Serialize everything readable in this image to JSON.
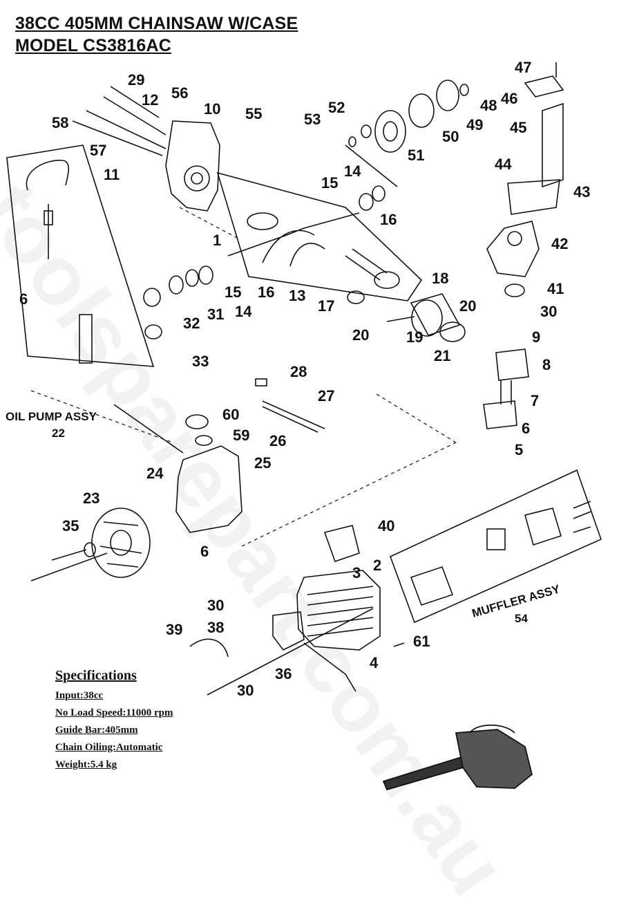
{
  "title": {
    "line1": "38CC 405MM CHAINSAW W/CASE",
    "line2": "MODEL CS3816AC"
  },
  "watermark": "toolsparepart.com.au",
  "assemblies": {
    "oil_pump": {
      "label": "OIL PUMP ASSY",
      "number": "22"
    },
    "muffler": {
      "label": "MUFFLER ASSY",
      "number": "54"
    }
  },
  "part_labels": [
    {
      "id": "p29",
      "text": "29"
    },
    {
      "id": "p12",
      "text": "12"
    },
    {
      "id": "p56",
      "text": "56"
    },
    {
      "id": "p10",
      "text": "10"
    },
    {
      "id": "p55",
      "text": "55"
    },
    {
      "id": "p58",
      "text": "58"
    },
    {
      "id": "p57",
      "text": "57"
    },
    {
      "id": "p11",
      "text": "11"
    },
    {
      "id": "p53",
      "text": "53"
    },
    {
      "id": "p52",
      "text": "52"
    },
    {
      "id": "p51",
      "text": "51"
    },
    {
      "id": "p50",
      "text": "50"
    },
    {
      "id": "p49",
      "text": "49"
    },
    {
      "id": "p48",
      "text": "48"
    },
    {
      "id": "p47",
      "text": "47"
    },
    {
      "id": "p46",
      "text": "46"
    },
    {
      "id": "p45",
      "text": "45"
    },
    {
      "id": "p44",
      "text": "44"
    },
    {
      "id": "p43",
      "text": "43"
    },
    {
      "id": "p42",
      "text": "42"
    },
    {
      "id": "p41",
      "text": "41"
    },
    {
      "id": "p30a",
      "text": "30"
    },
    {
      "id": "p9",
      "text": "9"
    },
    {
      "id": "p8",
      "text": "8"
    },
    {
      "id": "p7",
      "text": "7"
    },
    {
      "id": "p6c",
      "text": "6"
    },
    {
      "id": "p5",
      "text": "5"
    },
    {
      "id": "p15a",
      "text": "15"
    },
    {
      "id": "p14a",
      "text": "14"
    },
    {
      "id": "p16a",
      "text": "16"
    },
    {
      "id": "p1",
      "text": "1"
    },
    {
      "id": "p15b",
      "text": "15"
    },
    {
      "id": "p16b",
      "text": "16"
    },
    {
      "id": "p13",
      "text": "13"
    },
    {
      "id": "p14b",
      "text": "14"
    },
    {
      "id": "p31",
      "text": "31"
    },
    {
      "id": "p32",
      "text": "32"
    },
    {
      "id": "p33",
      "text": "33"
    },
    {
      "id": "p6a",
      "text": "6"
    },
    {
      "id": "p17",
      "text": "17"
    },
    {
      "id": "p18",
      "text": "18"
    },
    {
      "id": "p20a",
      "text": "20"
    },
    {
      "id": "p20b",
      "text": "20"
    },
    {
      "id": "p19",
      "text": "19"
    },
    {
      "id": "p21",
      "text": "21"
    },
    {
      "id": "p28",
      "text": "28"
    },
    {
      "id": "p27",
      "text": "27"
    },
    {
      "id": "p26",
      "text": "26"
    },
    {
      "id": "p60",
      "text": "60"
    },
    {
      "id": "p59",
      "text": "59"
    },
    {
      "id": "p25",
      "text": "25"
    },
    {
      "id": "p24",
      "text": "24"
    },
    {
      "id": "p23",
      "text": "23"
    },
    {
      "id": "p35",
      "text": "35"
    },
    {
      "id": "p6b",
      "text": "6"
    },
    {
      "id": "p40",
      "text": "40"
    },
    {
      "id": "p3",
      "text": "3"
    },
    {
      "id": "p2",
      "text": "2"
    },
    {
      "id": "p30b",
      "text": "30"
    },
    {
      "id": "p39",
      "text": "39"
    },
    {
      "id": "p38",
      "text": "38"
    },
    {
      "id": "p36",
      "text": "36"
    },
    {
      "id": "p30c",
      "text": "30"
    },
    {
      "id": "p4",
      "text": "4"
    },
    {
      "id": "p61",
      "text": "61"
    }
  ],
  "specifications": {
    "heading": "Specifications",
    "rows": [
      "Input:38cc",
      "No Load Speed:11000 rpm",
      "Guide Bar:405mm",
      "Chain Oiling:Automatic",
      "Weight:5.4 kg"
    ]
  }
}
